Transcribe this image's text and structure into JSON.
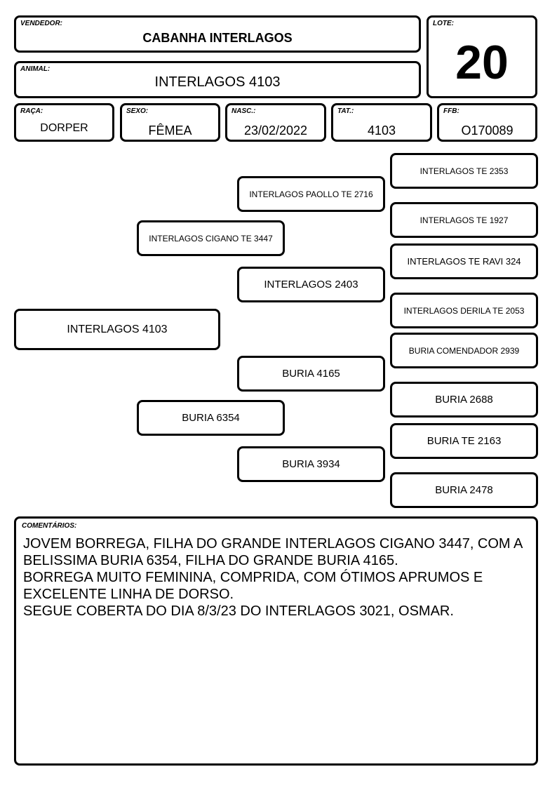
{
  "header": {
    "vendedor_label": "VENDEDOR:",
    "vendedor": "CABANHA INTERLAGOS",
    "animal_label": "ANIMAL:",
    "animal": "INTERLAGOS 4103",
    "lote_label": "LOTE:",
    "lote": "20"
  },
  "info": {
    "raca_label": "RAÇA:",
    "raca": "DORPER",
    "sexo_label": "SEXO:",
    "sexo": "FÊMEA",
    "nasc_label": "NASC.:",
    "nasc": "23/02/2022",
    "tat_label": "TAT.:",
    "tat": "4103",
    "ffb_label": "FFB:",
    "ffb": "O170089"
  },
  "pedigree": {
    "animal": "INTERLAGOS 4103",
    "sire": "INTERLAGOS CIGANO TE 3447",
    "dam": "BURIA 6354",
    "sire_sire": "INTERLAGOS PAOLLO TE 2716",
    "sire_dam": "INTERLAGOS 2403",
    "dam_sire": "BURIA 4165",
    "dam_dam": "BURIA 3934",
    "ggp": [
      "INTERLAGOS TE 2353",
      "INTERLAGOS TE 1927",
      "INTERLAGOS TE RAVI 324",
      "INTERLAGOS DERILA TE 2053",
      "BURIA COMENDADOR 2939",
      "BURIA 2688",
      "BURIA TE 2163",
      "BURIA 2478"
    ]
  },
  "comments": {
    "label": "COMENTÁRIOS:",
    "text": "JOVEM BORREGA, FILHA DO GRANDE INTERLAGOS CIGANO 3447, COM A BELISSIMA BURIA 6354, FILHA DO GRANDE BURIA 4165.\nBORREGA MUITO FEMININA, COMPRIDA, COM ÓTIMOS APRUMOS E EXCELENTE LINHA DE DORSO.\nSEGUE COBERTA DO DIA 8/3/23 DO INTERLAGOS 3021, OSMAR."
  }
}
